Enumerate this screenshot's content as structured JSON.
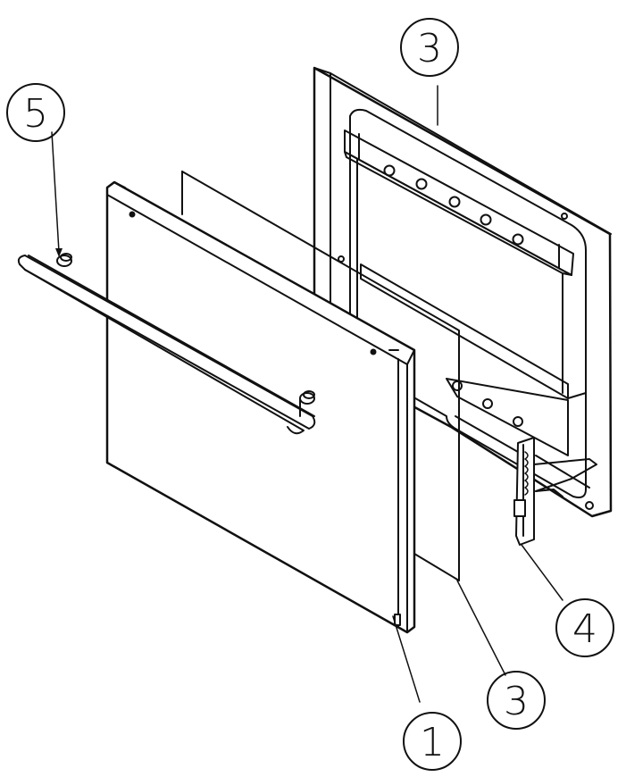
{
  "colors": {
    "line": "#111111",
    "paper": "#ffffff"
  },
  "parts": {
    "door_panel": "1",
    "back_frame": "3",
    "insulation_sheet": "3",
    "hinge": "4",
    "handle": "5"
  }
}
